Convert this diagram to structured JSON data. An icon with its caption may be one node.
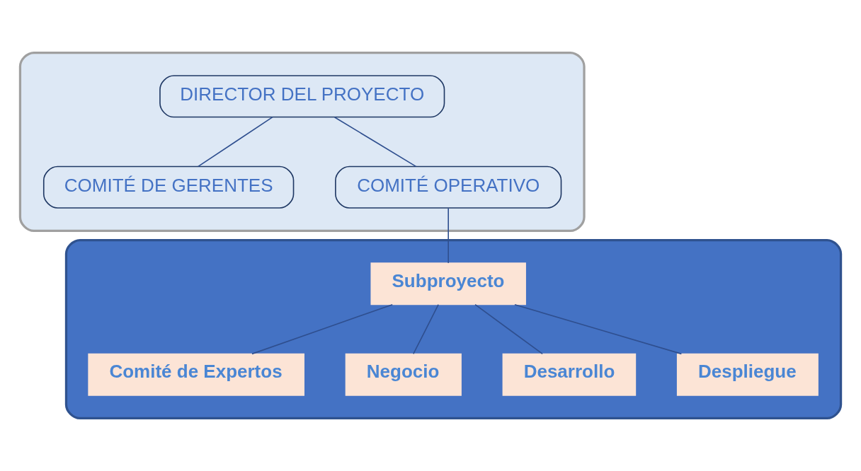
{
  "diagram": {
    "nodes": [
      {
        "text": [],
        "shape": "box"
      },
      {
        "text": [
          "DIRECTOR DEL PROYECTO"
        ],
        "in": 0
      },
      {
        "text": [
          "COMITÉ DE GERENTES"
        ],
        "in": 0
      },
      {
        "text": [
          "COMITÉ OPERATIVO"
        ],
        "in": 0
      },
      {
        "text": [],
        "shape": "box"
      },
      {
        "text": [
          "Subproyecto"
        ],
        "in": 4
      },
      {
        "text": [
          "Comité de Expertos"
        ],
        "in": 4
      },
      {
        "text": [
          "Negocio"
        ],
        "in": 4
      },
      {
        "text": [
          "Desarrollo"
        ],
        "in": 4
      },
      {
        "text": [
          "Despliegue"
        ],
        "in": 4
      }
    ],
    "edges": [
      {
        "from": 1,
        "to": 3,
        "arrow": "none"
      },
      {
        "from": 1,
        "to": 2,
        "arrow": "none"
      },
      {
        "from": 3,
        "to": 5,
        "arrow": "none"
      },
      {
        "from": 5,
        "to": 6,
        "arrow": "none"
      },
      {
        "from": 5,
        "to": 7,
        "arrow": "none"
      },
      {
        "from": 5,
        "to": 8,
        "arrow": "none"
      },
      {
        "from": 5,
        "to": 9,
        "arrow": "none"
      }
    ]
  }
}
